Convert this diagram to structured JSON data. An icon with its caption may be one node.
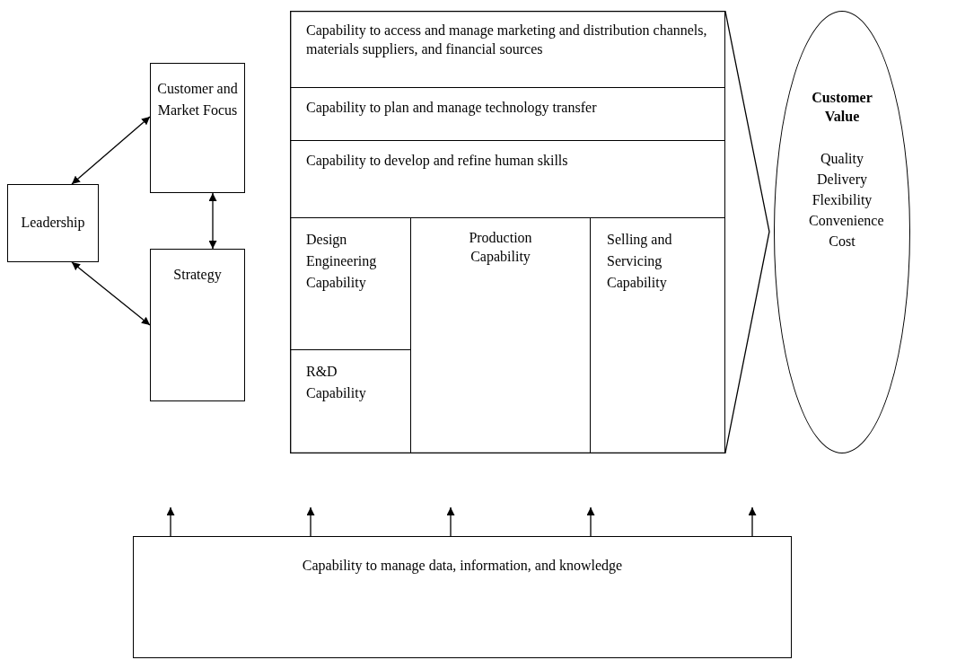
{
  "diagram": {
    "nodes": [
      {
        "text": [
          "Leadership"
        ]
      },
      {
        "text": [
          "Customer and Market Focus"
        ]
      },
      {
        "text": [
          "Strategy"
        ]
      },
      {
        "text": [],
        "shape": "chevron"
      },
      {
        "text": [
          "Capability to access and manage marketing and distribution channels, materials suppliers, and financial sources"
        ],
        "in": 3
      },
      {
        "text": [
          "Capability to plan and manage technology transfer"
        ],
        "in": 3
      },
      {
        "text": [
          "Capability to develop and refine human skills"
        ],
        "in": 3
      },
      {
        "text": [
          "Design Engineering Capability"
        ],
        "in": 3
      },
      {
        "text": [
          "Production Capability"
        ],
        "in": 3
      },
      {
        "text": [
          "Selling and Servicing Capability"
        ],
        "in": 3
      },
      {
        "text": [
          "R&D Capability"
        ],
        "in": 3
      },
      {
        "text": [
          "Customer Value",
          "Quality Delivery Flexibility Convenience Cost"
        ]
      },
      {
        "text": [
          "Capability to manage data, information, and knowledge"
        ]
      }
    ],
    "edges": [
      {
        "from": 0,
        "to": 1,
        "arrow": "both"
      },
      {
        "from": 1,
        "to": 2,
        "arrow": "both"
      },
      {
        "from": 0,
        "to": 2,
        "arrow": "both"
      },
      {
        "from": 12,
        "to": null,
        "arrow": "to"
      },
      {
        "from": 12,
        "to": null,
        "arrow": "to"
      },
      {
        "from": 12,
        "to": null,
        "arrow": "to"
      },
      {
        "from": 12,
        "to": null,
        "arrow": "to"
      },
      {
        "from": 12,
        "to": null,
        "arrow": "to"
      }
    ]
  }
}
